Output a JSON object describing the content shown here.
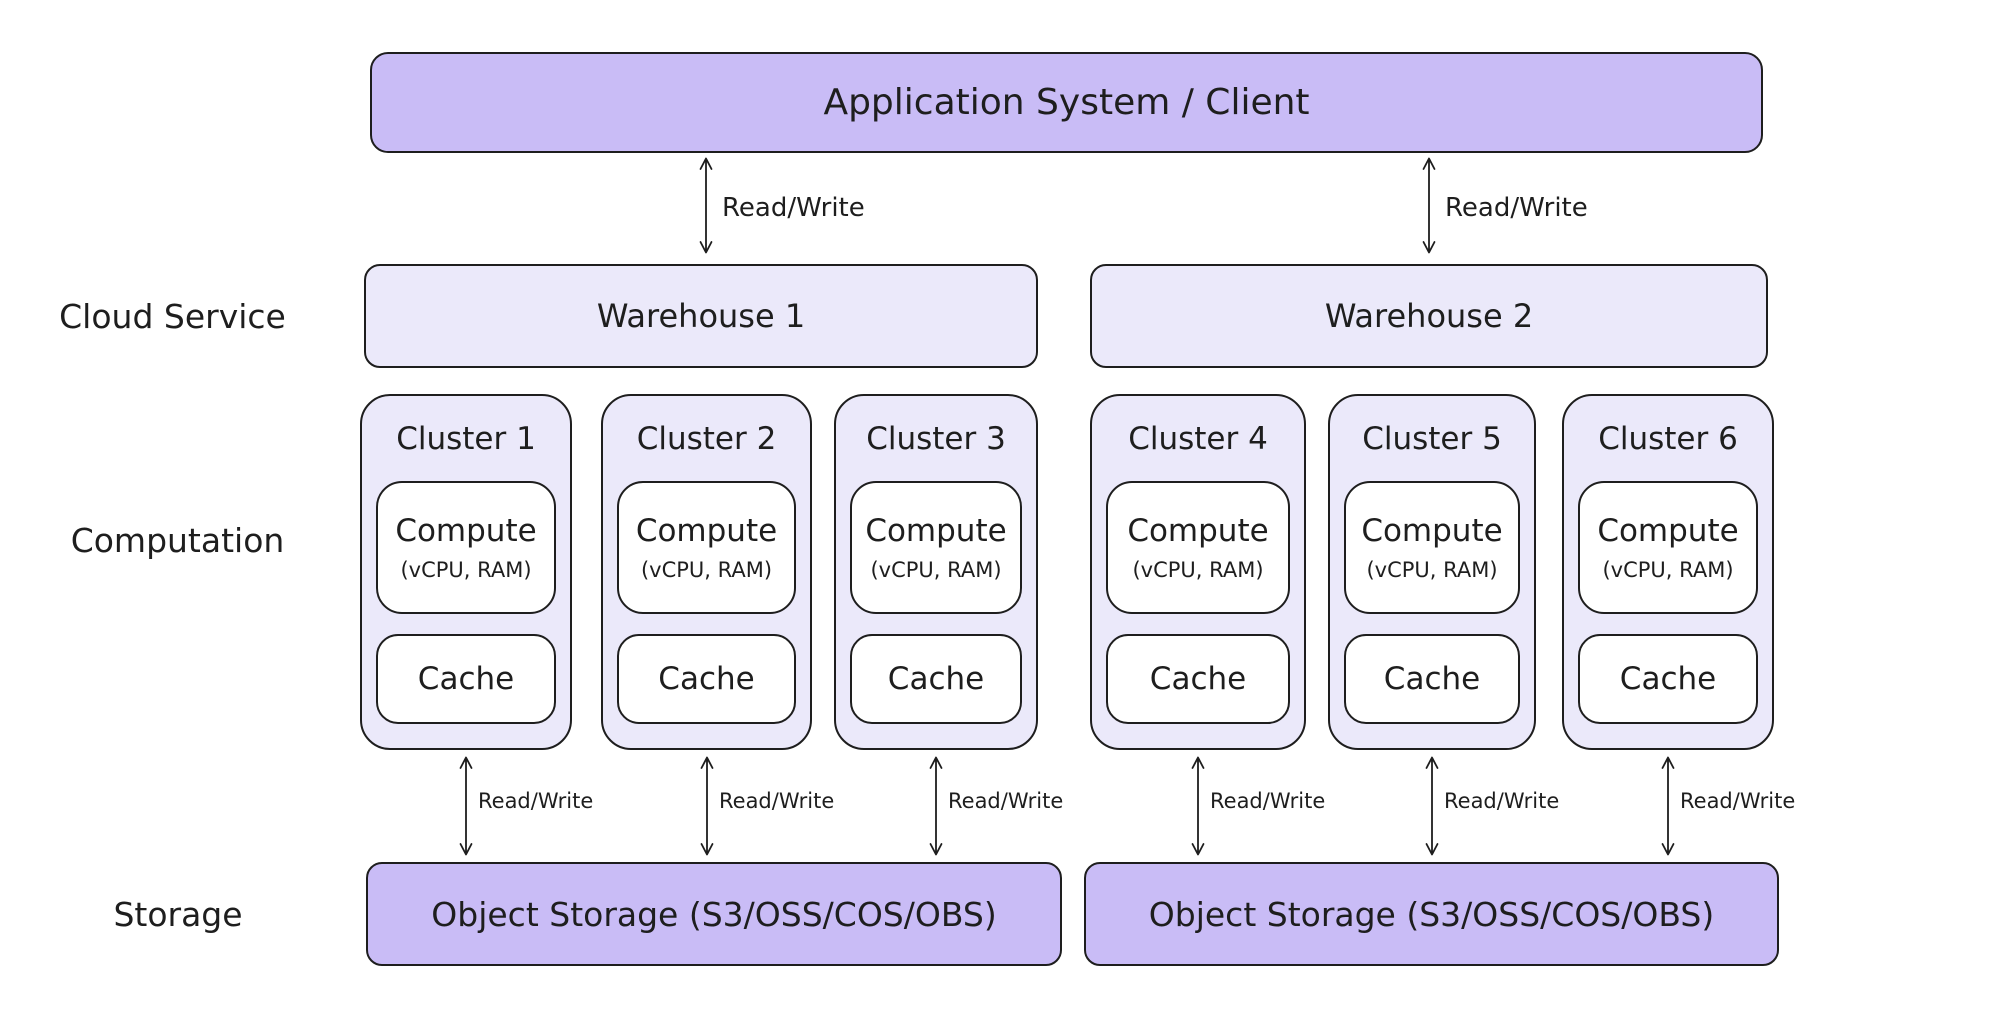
{
  "diagram": {
    "row_labels": {
      "cloud_service": "Cloud Service",
      "computation": "Computation",
      "storage": "Storage"
    },
    "application_box": {
      "label": "Application System / Client"
    },
    "edge_label": "Read/Write",
    "warehouses": [
      {
        "label": "Warehouse 1"
      },
      {
        "label": "Warehouse 2"
      }
    ],
    "clusters": [
      {
        "title": "Cluster 1",
        "compute": "Compute",
        "compute_detail": "(vCPU, RAM)",
        "cache": "Cache"
      },
      {
        "title": "Cluster 2",
        "compute": "Compute",
        "compute_detail": "(vCPU, RAM)",
        "cache": "Cache"
      },
      {
        "title": "Cluster 3",
        "compute": "Compute",
        "compute_detail": "(vCPU, RAM)",
        "cache": "Cache"
      },
      {
        "title": "Cluster 4",
        "compute": "Compute",
        "compute_detail": "(vCPU, RAM)",
        "cache": "Cache"
      },
      {
        "title": "Cluster 5",
        "compute": "Compute",
        "compute_detail": "(vCPU, RAM)",
        "cache": "Cache"
      },
      {
        "title": "Cluster 6",
        "compute": "Compute",
        "compute_detail": "(vCPU, RAM)",
        "cache": "Cache"
      }
    ],
    "storage_boxes": [
      {
        "label": "Object Storage (S3/OSS/COS/OBS)"
      },
      {
        "label": "Object Storage (S3/OSS/COS/OBS)"
      }
    ],
    "colors": {
      "purple": "#c9bcf6",
      "lavender": "#ebe9fa",
      "stroke": "#1e1e1e",
      "text": "#1e1e1e"
    }
  }
}
